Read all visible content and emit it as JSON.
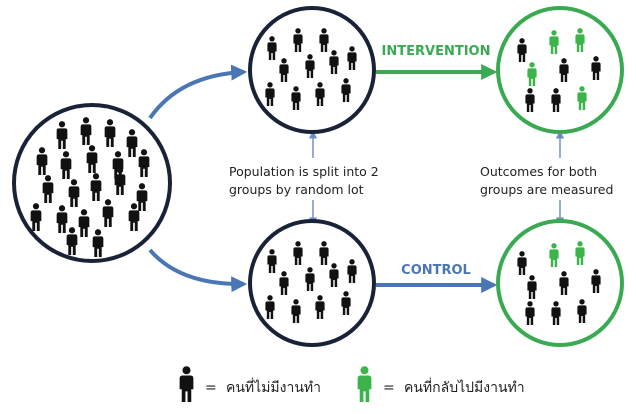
{
  "labels": {
    "intervention": "INTERVENTION",
    "control": "CONTROL",
    "split_line1": "Population  is split into 2",
    "split_line2": "groups by random lot",
    "outcome_line1": "Outcomes for both",
    "outcome_line2": "groups are measured"
  },
  "legend": {
    "black_eq": "=",
    "black_label": "คนที่ไม่มีงานทำ",
    "green_eq": "=",
    "green_label": "คนที่กลับไปมีงานทำ"
  },
  "colors": {
    "person_default": "#111111",
    "person_returned": "#3bb54a",
    "intervention": "#3aaa52",
    "control": "#4a76b4",
    "arrow_blue": "#4a76b4",
    "circle_outline": "#1a2238"
  },
  "icons": {
    "person": "person-icon"
  }
}
